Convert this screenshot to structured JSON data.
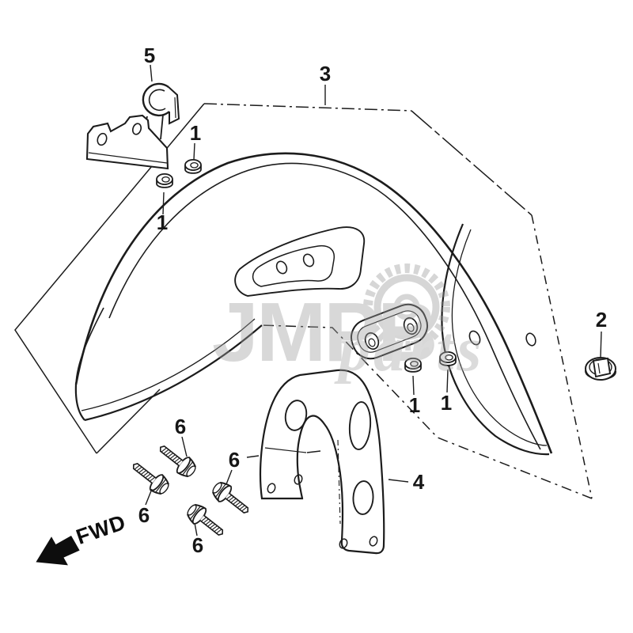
{
  "drawing": {
    "background": "#ffffff",
    "line_color": "#1c1c1c",
    "watermark": {
      "brand": "JMPB",
      "suffix": "parts",
      "color": "#cfcfcf",
      "icon": "gear-icon"
    },
    "fwd": {
      "label": "FWD"
    },
    "callouts": [
      {
        "part": "5"
      },
      {
        "part": "3"
      },
      {
        "part": "1"
      },
      {
        "part": "1"
      },
      {
        "part": "1"
      },
      {
        "part": "1"
      },
      {
        "part": "2"
      },
      {
        "part": "4"
      },
      {
        "part": "6"
      },
      {
        "part": "6"
      },
      {
        "part": "6"
      },
      {
        "part": "6"
      }
    ]
  }
}
